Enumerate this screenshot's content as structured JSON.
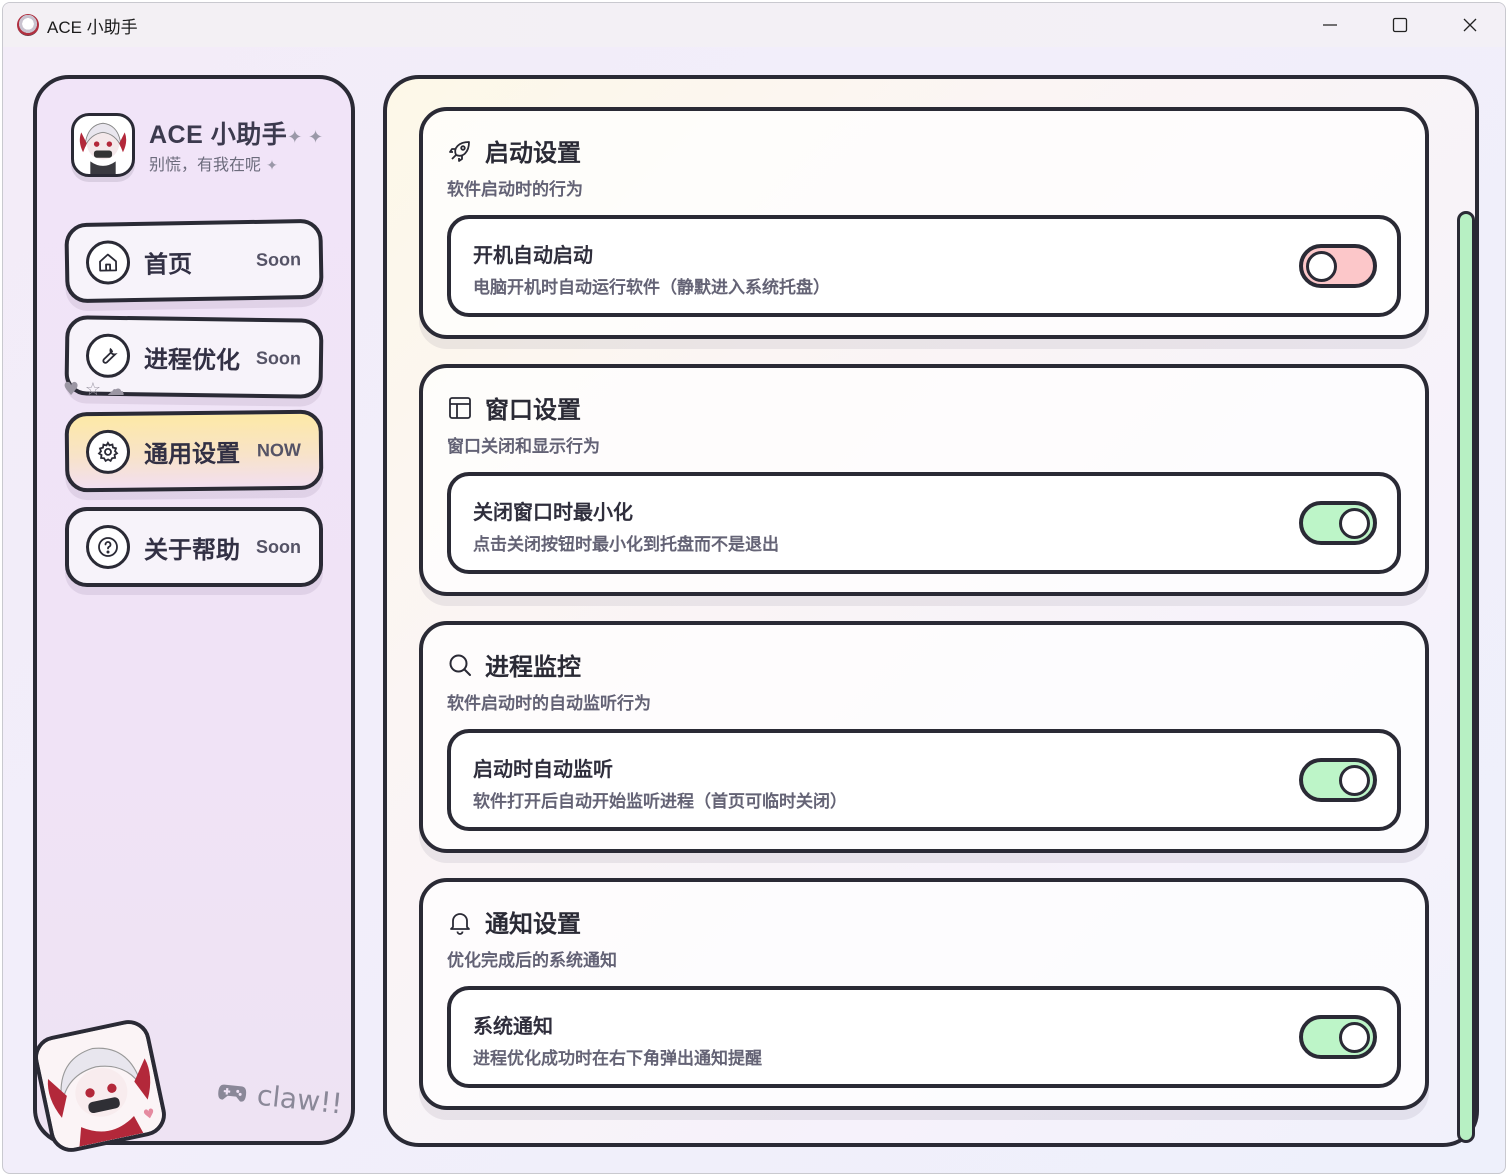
{
  "window": {
    "title": "ACE 小助手"
  },
  "brand": {
    "title": "ACE 小助手",
    "subtitle": "别慌，有我在呢"
  },
  "nav": [
    {
      "label": "首页",
      "badge": "Soon",
      "icon": "home-icon",
      "active": false
    },
    {
      "label": "进程优化",
      "badge": "Soon",
      "icon": "wrench-icon",
      "active": false
    },
    {
      "label": "通用设置",
      "badge": "NOW",
      "icon": "gear-icon",
      "active": true
    },
    {
      "label": "关于帮助",
      "badge": "Soon",
      "icon": "help-icon",
      "active": false
    }
  ],
  "footer": {
    "claw": "claw!!"
  },
  "sections": [
    {
      "icon": "rocket-icon",
      "title": "启动设置",
      "desc": "软件启动时的行为",
      "setting": {
        "title": "开机自动启动",
        "desc": "电脑开机时自动运行软件（静默进入系统托盘）",
        "enabled": false
      }
    },
    {
      "icon": "window-layout-icon",
      "title": "窗口设置",
      "desc": "窗口关闭和显示行为",
      "setting": {
        "title": "关闭窗口时最小化",
        "desc": "点击关闭按钮时最小化到托盘而不是退出",
        "enabled": true
      }
    },
    {
      "icon": "search-icon",
      "title": "进程监控",
      "desc": "软件启动时的自动监听行为",
      "setting": {
        "title": "启动时自动监听",
        "desc": "软件打开后自动开始监听进程（首页可临时关闭）",
        "enabled": true
      }
    },
    {
      "icon": "bell-icon",
      "title": "通知设置",
      "desc": "优化完成后的系统通知",
      "setting": {
        "title": "系统通知",
        "desc": "进程优化成功时在右下角弹出通知提醒",
        "enabled": true
      }
    }
  ],
  "colors": {
    "border": "#2a2a35",
    "toggle_on": "#bdf5c8",
    "toggle_off": "#fcc7c9",
    "active_nav": "#fde9a6",
    "scrollbar": "#b7f0c3"
  }
}
